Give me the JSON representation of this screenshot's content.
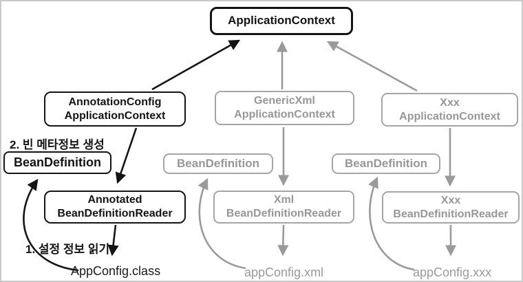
{
  "colors": {
    "black": "#141414",
    "gray": "#9a9a9a",
    "frame": "#c9c9c9",
    "background": "#ffffff"
  },
  "nodes": {
    "application_context": {
      "label": "ApplicationContext"
    },
    "annotation_config": {
      "line1": "AnnotationConfig",
      "line2": "ApplicationContext"
    },
    "generic_xml": {
      "line1": "GenericXml",
      "line2": "ApplicationContext"
    },
    "xxx_context": {
      "line1": "Xxx",
      "line2": "ApplicationContext"
    },
    "bean_definition_left": {
      "label": "BeanDefinition"
    },
    "bean_definition_mid": {
      "label": "BeanDefinition"
    },
    "bean_definition_right": {
      "label": "BeanDefinition"
    },
    "annotated_reader": {
      "line1": "Annotated",
      "line2": "BeanDefinitionReader"
    },
    "xml_reader": {
      "line1": "Xml",
      "line2": "BeanDefinitionReader"
    },
    "xxx_reader": {
      "line1": "Xxx",
      "line2": "BeanDefinitionReader"
    }
  },
  "annotations": {
    "step2_label": "2. 빈 메타정보 생성",
    "step1_label": "1. 설정 정보 읽기"
  },
  "files": {
    "class_file": "AppConfig.class",
    "xml_file": "appConfig.xml",
    "xxx_file": "appConfig.xxx"
  }
}
